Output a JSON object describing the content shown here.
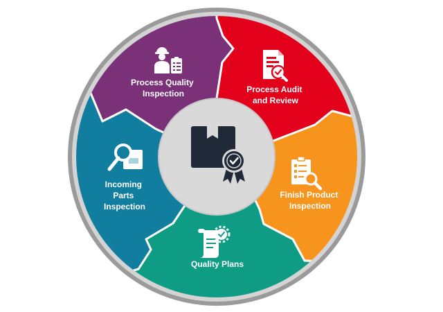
{
  "diagram": {
    "segments": [
      {
        "id": "process-quality",
        "lines": [
          "Process Quality",
          "Inspection"
        ],
        "color": "#7B3178",
        "icon": "worker-clipboard-icon"
      },
      {
        "id": "process-audit",
        "lines": [
          "Process Audit",
          "and Review"
        ],
        "color": "#E2001A",
        "icon": "document-check-icon"
      },
      {
        "id": "finish-product",
        "lines": [
          "Finish Product",
          "Inspection"
        ],
        "color": "#F7941D",
        "icon": "checklist-magnifier-icon"
      },
      {
        "id": "quality-plans",
        "lines": [
          "Quality Plans"
        ],
        "color": "#0E9C85",
        "icon": "scroll-gear-icon"
      },
      {
        "id": "incoming-parts",
        "lines": [
          "Incoming",
          "Parts",
          "Inspection"
        ],
        "color": "#127E9F",
        "icon": "magnifier-box-icon"
      }
    ],
    "center_icon": "package-badge-icon",
    "colors": {
      "ring_outer": "#9a9a9a",
      "ring_inner": "#d4d4d4",
      "hub": "#d9d9d9",
      "hub_border": "#c7c7c7",
      "icon_dark": "#1f2937"
    }
  }
}
